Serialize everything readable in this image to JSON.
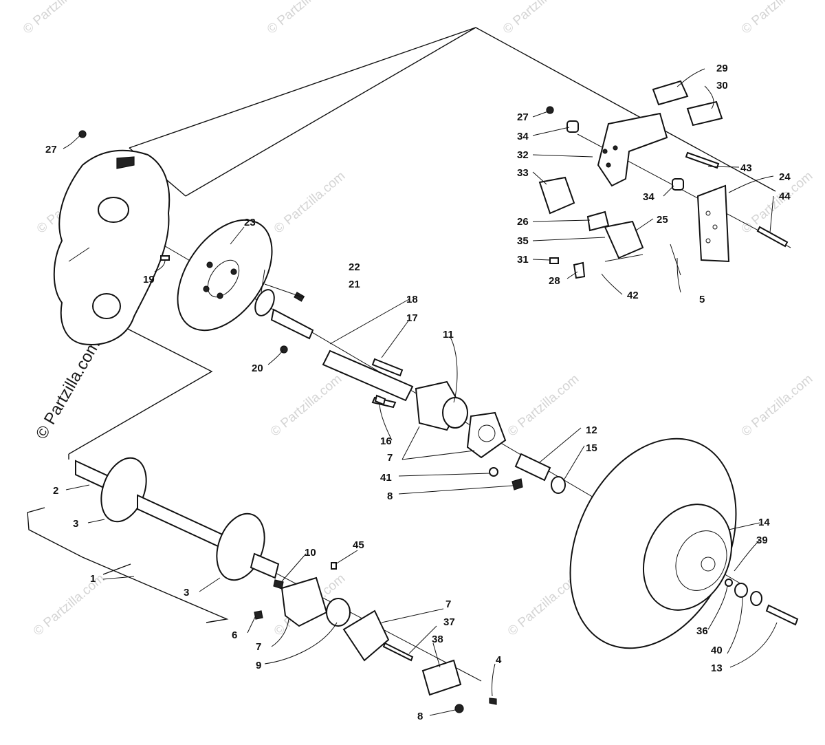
{
  "watermarks": [
    "© Partzilla.com",
    "© Partzilla.com",
    "© Partzilla.com",
    "© Partzilla.com",
    "© Partzilla.com",
    "© Partzilla.com",
    "© Partzilla.com",
    "© Partzilla.com",
    "© Partzilla.com",
    "© Partzilla.com",
    "© Partzilla.com",
    "© Partzilla.com",
    "© Partzilla.com"
  ],
  "brand_watermark": "© Partzilla.com",
  "callouts": {
    "c1": "1",
    "c2": "2",
    "c3a": "3",
    "c3b": "3",
    "c4": "4",
    "c5": "5",
    "c6": "6",
    "c7a": "7",
    "c7b": "7",
    "c7c": "7",
    "c8a": "8",
    "c8b": "8",
    "c9": "9",
    "c10": "10",
    "c11": "11",
    "c12": "12",
    "c13": "13",
    "c14": "14",
    "c15": "15",
    "c16": "16",
    "c17": "17",
    "c18": "18",
    "c19": "19",
    "c20": "20",
    "c21": "21",
    "c22": "22",
    "c23": "23",
    "c24": "24",
    "c25": "25",
    "c26": "26",
    "c27a": "27",
    "c27b": "27",
    "c28": "28",
    "c29": "29",
    "c30": "30",
    "c31": "31",
    "c32": "32",
    "c33": "33",
    "c34a": "34",
    "c34b": "34",
    "c35": "35",
    "c36": "36",
    "c37": "37",
    "c38": "38",
    "c39": "39",
    "c40": "40",
    "c41": "41",
    "c42": "42",
    "c43": "43",
    "c44": "44",
    "c45": "45"
  }
}
